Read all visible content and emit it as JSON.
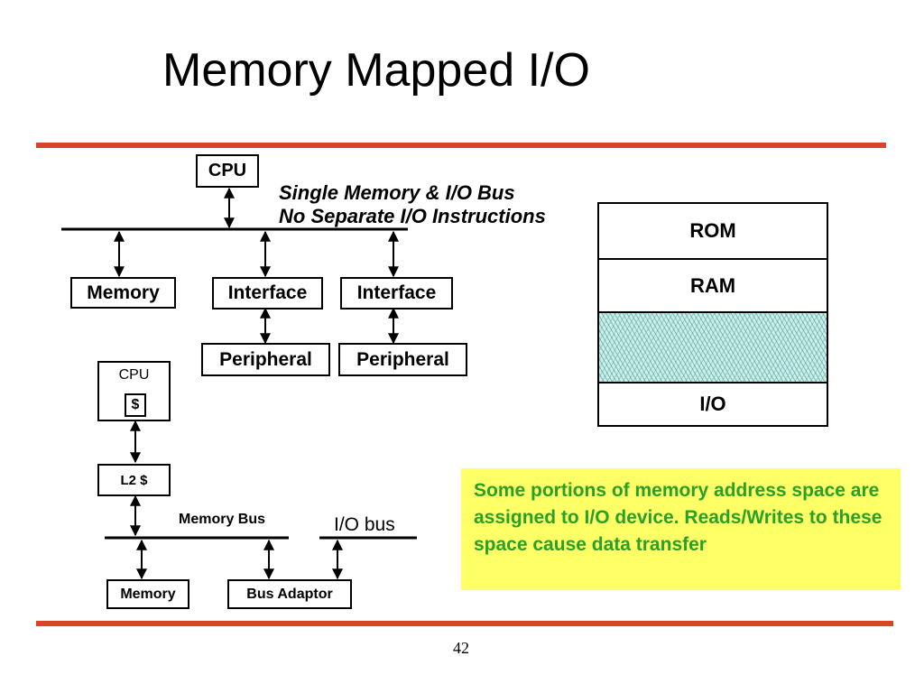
{
  "slide": {
    "title": "Memory Mapped I/O",
    "page_number": "42"
  },
  "top_diagram": {
    "cpu": "CPU",
    "bus_caption_line1": "Single Memory & I/O Bus",
    "bus_caption_line2": "No Separate I/O Instructions",
    "memory": "Memory",
    "interface_1": "Interface",
    "interface_2": "Interface",
    "peripheral_1": "Peripheral",
    "peripheral_2": "Peripheral"
  },
  "memory_map": {
    "segments": [
      "ROM",
      "RAM",
      "",
      "I/O"
    ]
  },
  "bottom_diagram": {
    "cpu": "CPU",
    "cache": "$",
    "l2_cache": "L2 $",
    "memory_bus": "Memory Bus",
    "io_bus": "I/O bus",
    "memory": "Memory",
    "bus_adaptor": "Bus Adaptor"
  },
  "note": {
    "text": "Some portions of memory address space are assigned to I/O device. Reads/Writes to these space cause data transfer"
  },
  "colors": {
    "rule": "#d8432a",
    "note_background": "#ffff66",
    "note_text": "#2aa02a",
    "hatch": "#cfeeea"
  }
}
